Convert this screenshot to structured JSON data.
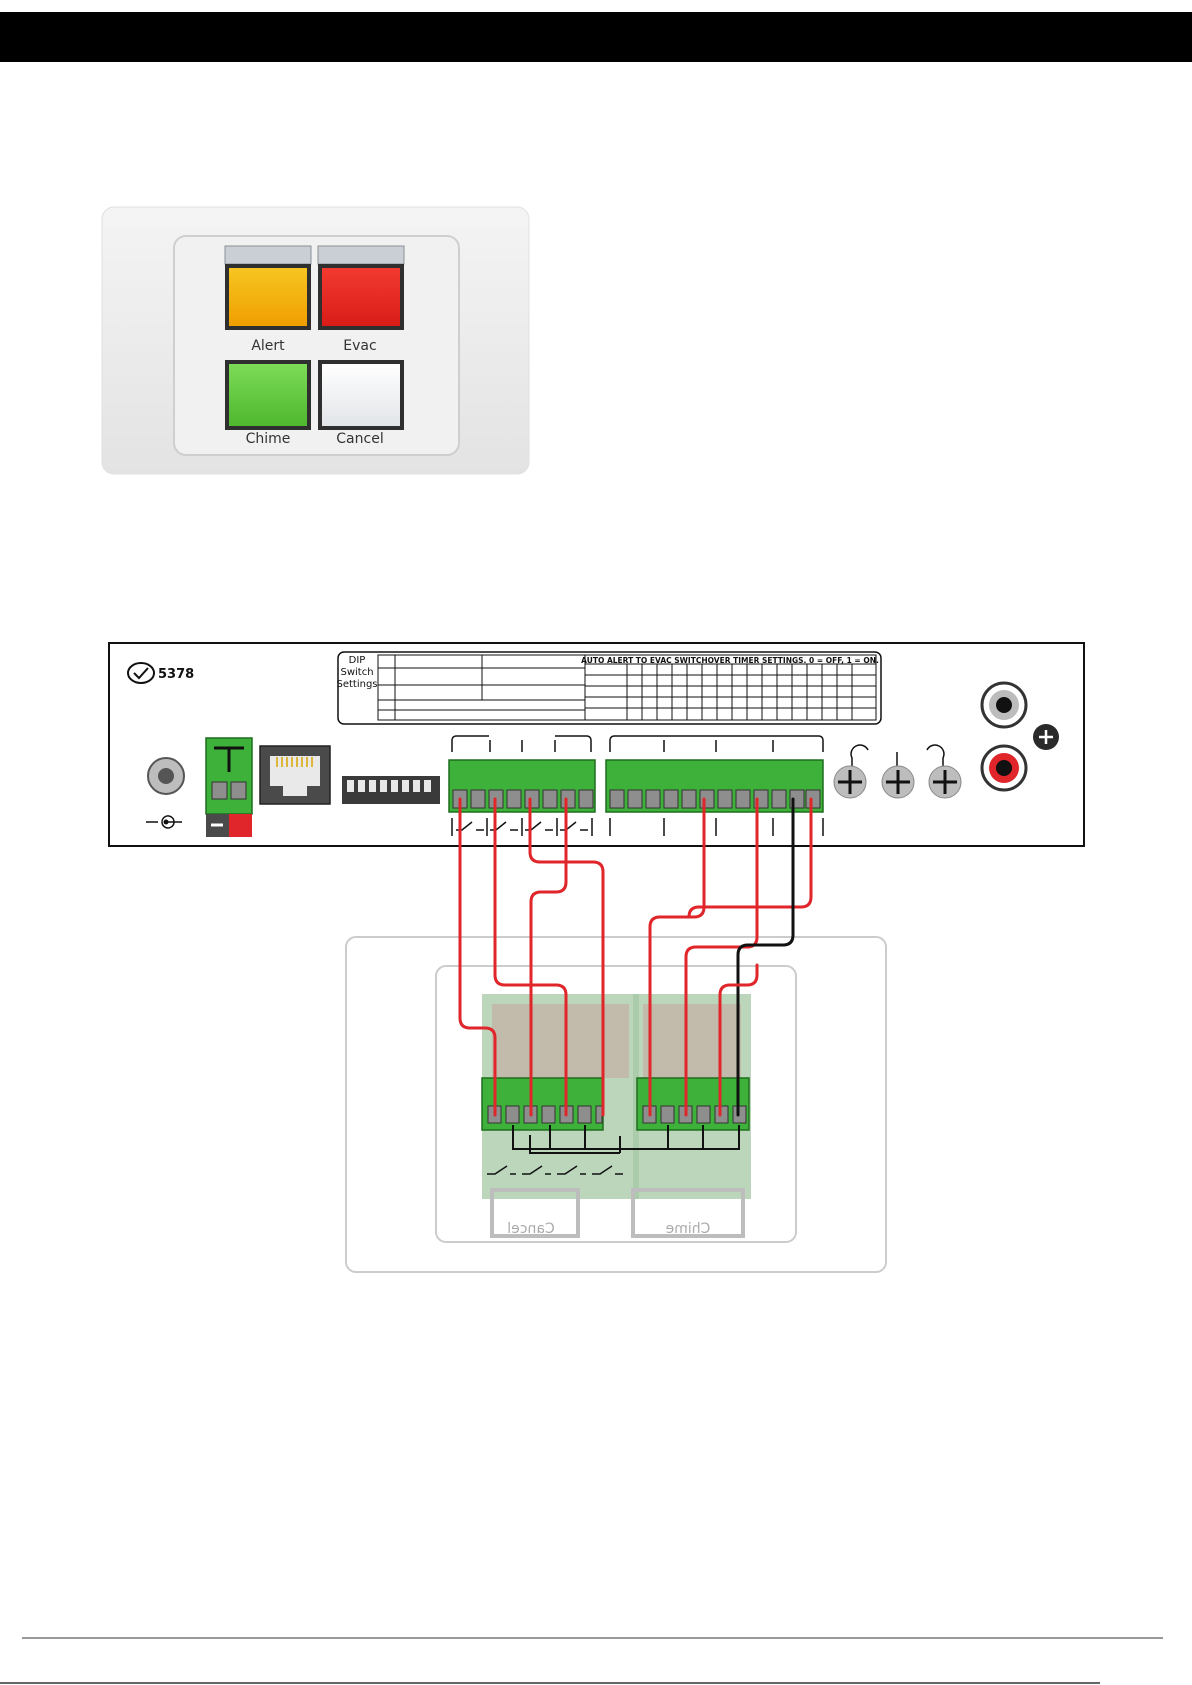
{
  "wallplate": {
    "buttons": [
      {
        "label": "Alert",
        "color": "#f5b400"
      },
      {
        "label": "Evac",
        "color": "#e8231f"
      },
      {
        "label": "Chime",
        "color": "#5ec83e"
      },
      {
        "label": "Cancel",
        "color": "#eceef0"
      }
    ]
  },
  "rear_panel": {
    "rcm_number": "5378",
    "dip_label_lines": [
      "DIP",
      "Switch",
      "Settings"
    ],
    "timer_title": "AUTO ALERT TO EVAC SWITCHOVER TIMER SETTINGS. 0 = OFF, 1 = ON."
  },
  "mirrored_plate": {
    "labels": [
      "Cancel",
      "Chime"
    ]
  },
  "colors": {
    "terminal_green": "#3eb13a",
    "wire_red": "#e0262a",
    "wire_black": "#111111"
  }
}
